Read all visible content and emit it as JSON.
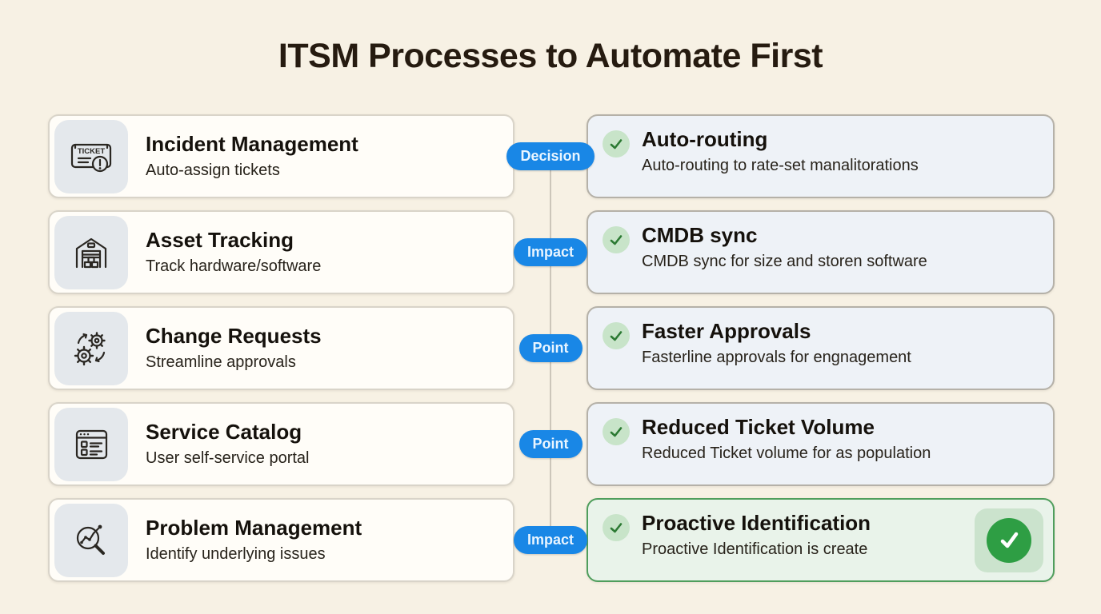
{
  "title": "ITSM Processes to Automate First",
  "colors": {
    "background": "#f7f1e4",
    "pill_blue": "#1987e6",
    "left_card_bg": "#fffdf8",
    "left_card_border": "#d9d4c9",
    "right_card_bg": "#eef2f7",
    "right_card_border": "#b5b1a8",
    "highlight_card_bg": "#e9f3ea",
    "highlight_card_border": "#4f9e5c",
    "check_circle_bg": "#c8e4c9",
    "check_green": "#2c7a33",
    "badge_green": "#2e9e44"
  },
  "rows": [
    {
      "connector": "Decision",
      "left": {
        "icon": "ticket-icon",
        "title": "Incident Management",
        "subtitle": "Auto-assign tickets"
      },
      "right": {
        "icon": "check-icon",
        "title": "Auto-routing",
        "subtitle": "Auto-routing to rate-set manalitorations"
      }
    },
    {
      "connector": "Impact",
      "left": {
        "icon": "warehouse-icon",
        "title": "Asset Tracking",
        "subtitle": "Track hardware/software"
      },
      "right": {
        "icon": "check-icon",
        "title": "CMDB sync",
        "subtitle": "CMDB sync for size and storen software"
      }
    },
    {
      "connector": "Point",
      "left": {
        "icon": "gears-icon",
        "title": "Change Requests",
        "subtitle": "Streamline approvals"
      },
      "right": {
        "icon": "check-icon",
        "title": "Faster Approvals",
        "subtitle": "Fasterline approvals for engnagement"
      }
    },
    {
      "connector": "Point",
      "left": {
        "icon": "service-catalog-icon",
        "title": "Service Catalog",
        "subtitle": "User self-service portal"
      },
      "right": {
        "icon": "check-icon",
        "title": "Reduced Ticket Volume",
        "subtitle": "Reduced Ticket volume for as population"
      }
    },
    {
      "connector": "Impact",
      "left": {
        "icon": "magnifier-chart-icon",
        "title": "Problem Management",
        "subtitle": "Identify underlying issues"
      },
      "right": {
        "icon": "check-icon",
        "title": "Proactive Identification",
        "subtitle": "Proactive Identification is create",
        "highlighted": true,
        "badge_icon": "success-check-badge"
      }
    }
  ]
}
